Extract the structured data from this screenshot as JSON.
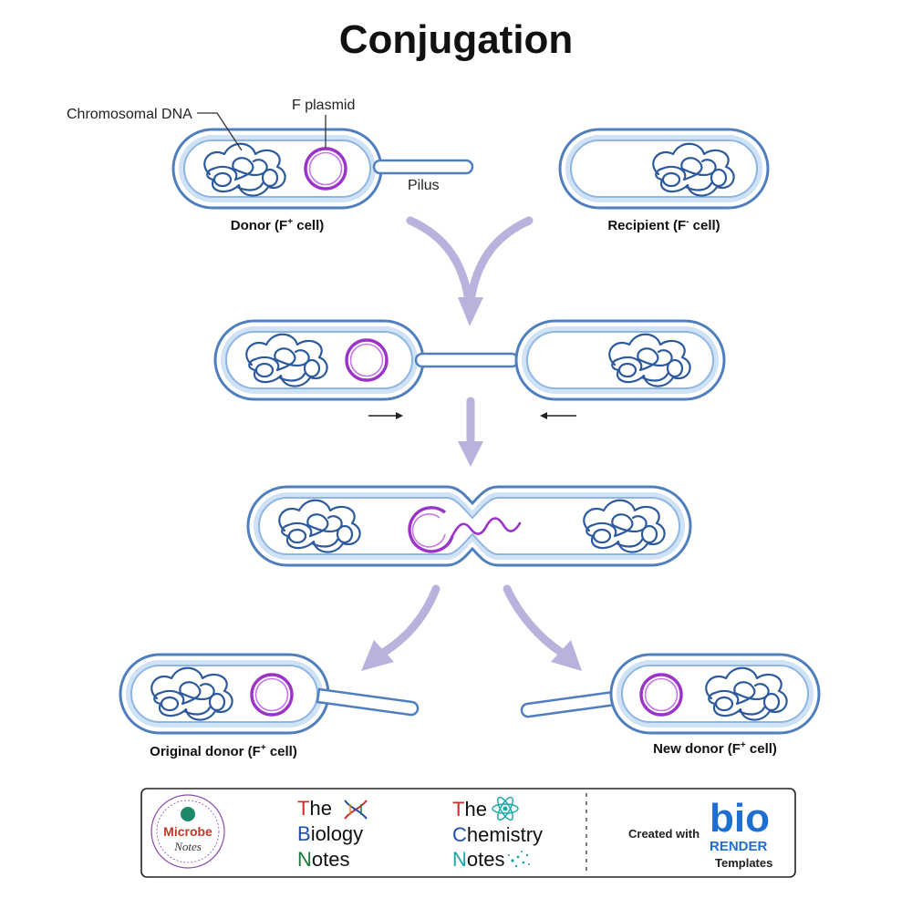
{
  "title": "Conjugation",
  "labels": {
    "chromosomal_dna": "Chromosomal DNA",
    "f_plasmid": "F plasmid",
    "pilus": "Pilus",
    "donor_main": "Donor (F",
    "donor_sup": "+",
    "donor_end": " cell)",
    "recipient_main": "Recipient (F",
    "recipient_sup": "-",
    "recipient_end": " cell)",
    "original_main": "Original donor (F",
    "original_sup": "+",
    "original_end": " cell)",
    "newdonor_main": "New donor (F",
    "newdonor_sup": "+",
    "newdonor_end": " cell)"
  },
  "footer": {
    "microbe_line1": "Microbe",
    "microbe_line2": "Notes",
    "biology_the_T": "T",
    "biology_the_rest": "he",
    "biology_B": "B",
    "biology_rest": "iology",
    "biology_N": "N",
    "biology_notes_rest": "otes",
    "chemistry_the_T": "T",
    "chemistry_the_rest": "he",
    "chemistry_C": "C",
    "chemistry_rest": "hemistry",
    "chemistry_N": "N",
    "chemistry_notes_rest": "otes",
    "created_with": "Created with",
    "biorender_logo": "bio",
    "biorender_word": "RENDER",
    "templates": "Templates"
  },
  "colors": {
    "cell_outline": "#4f7fbf",
    "cell_band": "#cfe2f6",
    "dna": "#2d5a9c",
    "plasmid": "#9b33c9",
    "flow_arrow": "#b7b3dc",
    "accent_red": "#d22b2b",
    "accent_blue": "#1f4fa8",
    "accent_green": "#1c7a3a",
    "accent_teal": "#18a7a7",
    "biorender_blue": "#1f6fd1"
  }
}
